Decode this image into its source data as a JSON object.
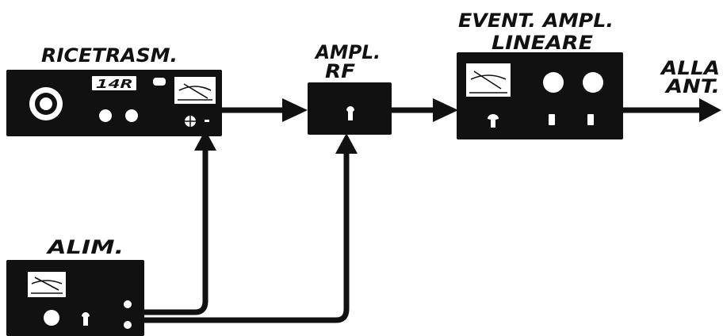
{
  "labels": {
    "transceiver": "RICETRASM.",
    "rf_amp_line1": "AMPL.",
    "rf_amp_line2": "RF",
    "linear_amp_line1": "EVENT. AMPL.",
    "linear_amp_line2": "LINEARE",
    "antenna_line1": "ALLA",
    "antenna_line2": "ANT.",
    "power_supply": "ALIM.",
    "frequency_display": "14R"
  },
  "colors": {
    "ink": "#111111",
    "paper": "#ffffff"
  },
  "icons": {
    "meter": "meter-icon",
    "knob": "knob-icon",
    "switch": "toggle-switch-icon",
    "connector": "connector-icon"
  }
}
